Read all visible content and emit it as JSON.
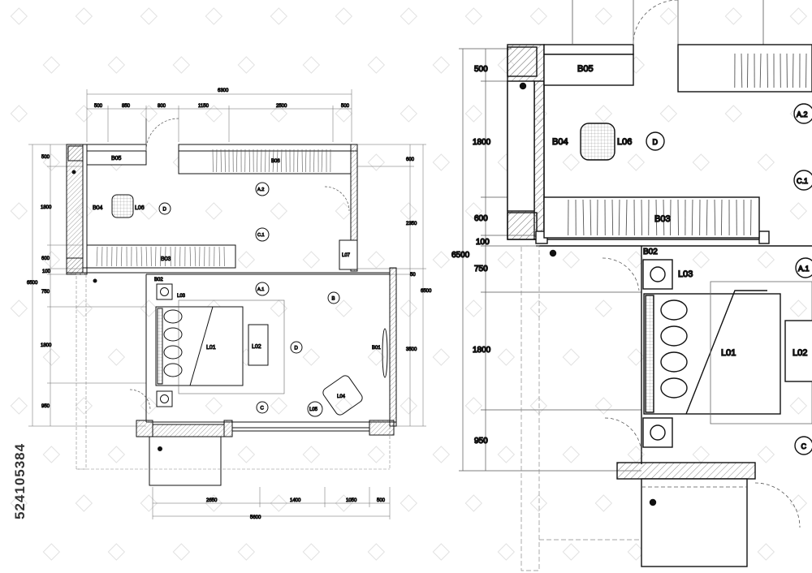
{
  "stock_id": "524105384",
  "plan_small": {
    "overall_width": "6300",
    "top_dims": [
      "500",
      "850",
      "800",
      "1150",
      "2500",
      "500"
    ],
    "bottom_dims": [
      "2650",
      "1400",
      "1050",
      "500"
    ],
    "bottom_total": "5600",
    "left_dims": [
      "500",
      "1800",
      "600",
      "100",
      "750",
      "1800",
      "950"
    ],
    "left_total": "6500",
    "right_dims": [
      "600",
      "2350",
      "6500",
      "3500",
      "50"
    ],
    "labels": {
      "b05": "B05",
      "b06": "B06",
      "b04": "B04",
      "l06": "L06",
      "d_top": "D",
      "a2": "A.2",
      "c1": "C.1",
      "b03": "B03",
      "l07": "L07",
      "b02": "B02",
      "a1": "A.1",
      "b_mark": "B",
      "l03": "L03",
      "l01": "L01",
      "l02": "L02",
      "d_mid": "D",
      "b01": "B01",
      "l04": "L04",
      "c_mark": "C",
      "l05": "L05"
    }
  },
  "plan_large": {
    "left_dims": [
      "500",
      "1800",
      "600",
      "100",
      "750",
      "1800",
      "950"
    ],
    "left_total": "6500",
    "labels": {
      "b05": "B05",
      "b04": "B04",
      "l06": "L06",
      "d_mark": "D",
      "a2": "A.2",
      "c1": "C.1",
      "b03": "B03",
      "b02": "B02",
      "l03": "L03",
      "a1": "A.1",
      "l01": "L01",
      "l02": "L02",
      "c_mark": "C"
    }
  },
  "colors": {
    "line": "#111111",
    "dim_line": "#555555",
    "hatch": "#999999",
    "watermark": "#dcdcdc"
  }
}
